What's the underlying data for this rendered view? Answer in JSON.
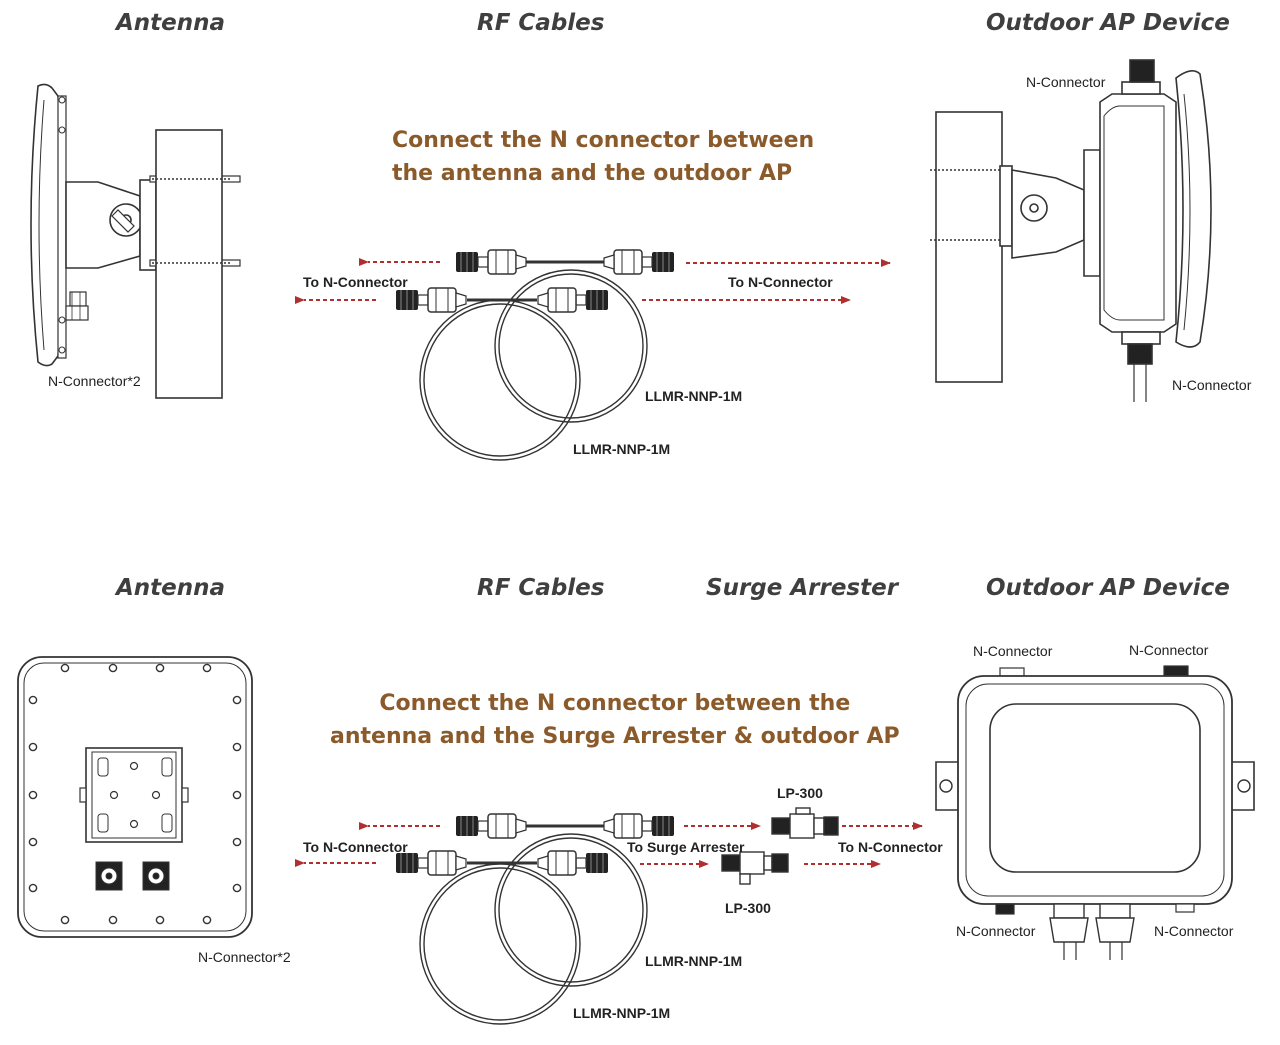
{
  "colors": {
    "line": "#333333",
    "instruction_text": "#8b5a2b",
    "arrow": "#b03030",
    "section_title": "#3f3f3f"
  },
  "top": {
    "titles": {
      "antenna": "Antenna",
      "rf_cables": "RF Cables",
      "outdoor_ap": "Outdoor AP Device"
    },
    "instruction": "Connect the N connector between\nthe antenna and the outdoor AP",
    "labels": {
      "antenna_connector": "N-Connector*2",
      "to_connector_left": "To N-Connector",
      "to_connector_right": "To N-Connector",
      "cable_a": "LLMR-NNP-1M",
      "cable_b": "LLMR-NNP-1M",
      "ap_connector_top": "N-Connector",
      "ap_connector_bottom": "N-Connector"
    }
  },
  "bottom": {
    "titles": {
      "antenna": "Antenna",
      "rf_cables": "RF Cables",
      "surge_arrester": "Surge Arrester",
      "outdoor_ap": "Outdoor AP Device"
    },
    "instruction": "Connect the N connector between the\nantenna and the Surge Arrester & outdoor AP",
    "labels": {
      "antenna_connector": "N-Connector*2",
      "to_connector_left": "To N-Connector",
      "to_surge_arrester": "To Surge Arrester",
      "to_connector_right": "To N-Connector",
      "arrester_top": "LP-300",
      "arrester_bottom": "LP-300",
      "cable_a": "LLMR-NNP-1M",
      "cable_b": "LLMR-NNP-1M",
      "ap_connector_top_left": "N-Connector",
      "ap_connector_top_right": "N-Connector",
      "ap_connector_bottom_left": "N-Connector",
      "ap_connector_bottom_right": "N-Connector"
    }
  }
}
